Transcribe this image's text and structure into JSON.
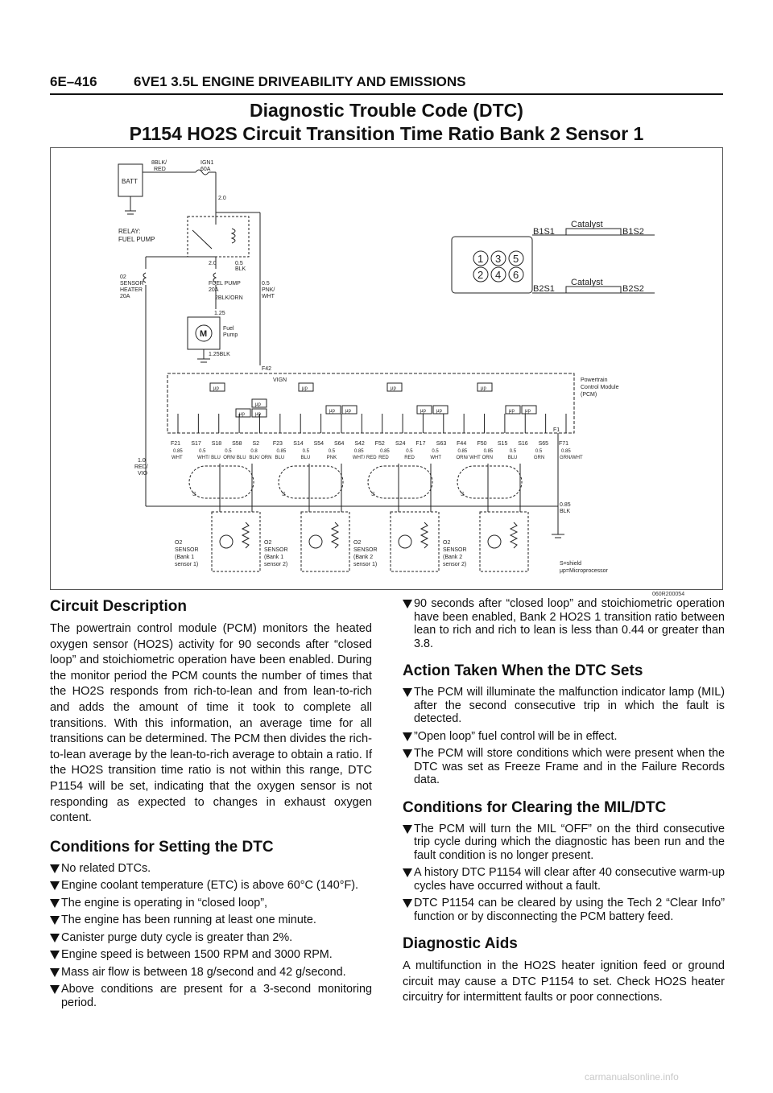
{
  "header": {
    "page_number": "6E–416",
    "manual_title": "6VE1 3.5L ENGINE DRIVEABILITY AND EMISSIONS"
  },
  "title": {
    "line1": "Diagnostic Trouble Code (DTC)",
    "line2": "P1154 HO2S Circuit Transition Time Ratio Bank 2 Sensor 1"
  },
  "diagram": {
    "figure_code": "060R200054",
    "labels": {
      "batt": "BATT",
      "batt_wire_1": "8BLK/",
      "batt_wire_2": "RED",
      "ign_fuse_1": "IGN1",
      "ign_fuse_2": "60A",
      "wire_20": "2.0",
      "relay_1": "RELAY:",
      "relay_2": "FUEL PUMP",
      "relay_wire_a": "2.0",
      "relay_wire_b": "0.5",
      "relay_wire_c": "BLK",
      "o2_heater_1": "02",
      "o2_heater_2": "SENSOR",
      "o2_heater_3": "HEATER",
      "o2_heater_4": "20A",
      "fuel_fuse_1": "FUEL PUMP",
      "fuel_fuse_2": "20A",
      "fuel_fuse_3": "2BLK/ORN",
      "pnk_1": "0.5",
      "pnk_2": "PNK/",
      "pnk_3": "WHT",
      "wire_125": "1.25",
      "motor": "M",
      "pump_1": "Fuel",
      "pump_2": "Pump",
      "pump_gnd": "1.25BLK",
      "f42": "F42",
      "vign": "VIGN",
      "pcm_1": "Powertrain",
      "pcm_2": "Control Module",
      "pcm_3": "(PCM)",
      "f1": "F1",
      "up": "μp",
      "red_vio_1": "1.0",
      "red_vio_2": "RED/",
      "red_vio_3": "VIO",
      "blk_1": "0.85",
      "blk_2": "BLK",
      "shield": "S",
      "legend_1": "S=shield",
      "legend_2": "μp=Microprocessor",
      "b1s1": "B1S1",
      "b1s2": "B1S2",
      "b2s1": "B2S1",
      "b2s2": "B2S2",
      "catalyst": "Catalyst",
      "cyl": [
        "1",
        "3",
        "5",
        "2",
        "4",
        "6"
      ]
    },
    "pins": [
      "F21",
      "S17",
      "S18",
      "S58",
      "S2",
      "F23",
      "S14",
      "S54",
      "S64",
      "S42",
      "F52",
      "S24",
      "F17",
      "S63",
      "F44",
      "F50",
      "S15",
      "S16",
      "S65",
      "F71"
    ],
    "wires": [
      {
        "gauge": "0.85",
        "color": "WHT"
      },
      {
        "gauge": "0.5",
        "color": "WHT/ BLU"
      },
      {
        "gauge": "0.5",
        "color": "ORN/ BLU"
      },
      {
        "gauge": "0.8",
        "color": "BLK/ ORN"
      },
      {
        "gauge": "0.85",
        "color": "BLU"
      },
      {
        "gauge": "0.5",
        "color": "BLU"
      },
      {
        "gauge": "0.5",
        "color": "PNK"
      },
      {
        "gauge": "0.85",
        "color": "WHT/ RED"
      },
      {
        "gauge": "0.85",
        "color": "RED"
      },
      {
        "gauge": "0.5",
        "color": "RED"
      },
      {
        "gauge": "0.5",
        "color": "WHT"
      },
      {
        "gauge": "0.85",
        "color": "ORN/ WHT"
      },
      {
        "gauge": "0.85",
        "color": "ORN"
      },
      {
        "gauge": "0.5",
        "color": "BLU"
      },
      {
        "gauge": "0.5",
        "color": "GRN"
      },
      {
        "gauge": "0.85",
        "color": "GRN/WHT"
      }
    ],
    "sensors": [
      {
        "l1": "O2",
        "l2": "SENSOR",
        "l3": "(Bank 1",
        "l4": "sensor 1)"
      },
      {
        "l1": "O2",
        "l2": "SENSOR",
        "l3": "(Bank 1",
        "l4": "sensor 2)"
      },
      {
        "l1": "O2",
        "l2": "SENSOR",
        "l3": "(Bank 2",
        "l4": "sensor 1)"
      },
      {
        "l1": "O2",
        "l2": "SENSOR",
        "l3": "(Bank 2",
        "l4": "sensor 2)"
      }
    ]
  },
  "circuit_description": {
    "heading": "Circuit Description",
    "text": "The powertrain control module (PCM) monitors the heated oxygen sensor (HO2S) activity for 90 seconds after “closed loop” and stoichiometric operation have been enabled. During the monitor period the PCM counts the number of times that the HO2S responds from rich-to-lean and from lean-to-rich and adds the amount of time it took to complete all transitions. With this information, an average time for all transitions can be determined. The PCM then divides the rich-to-lean average by the lean-to-rich average to obtain a ratio. If the HO2S transition time ratio is not within this range, DTC P1154 will be set, indicating that the oxygen sensor is not responding as expected to changes in exhaust oxygen content."
  },
  "conditions_setting": {
    "heading": "Conditions for Setting the DTC",
    "items": [
      "No related DTCs.",
      "Engine coolant temperature (ETC) is above 60°C (140°F).",
      "The engine is operating in “closed loop”,",
      "The engine has been running at least one minute.",
      "Canister purge duty cycle is greater than 2%.",
      "Engine speed is between 1500 RPM and 3000 RPM.",
      "Mass air flow is between 18 g/second and 42 g/second.",
      "Above conditions are present for a 3-second monitoring period."
    ]
  },
  "right_column": {
    "first_item": "90 seconds after “closed loop” and stoichiometric operation have been enabled, Bank 2 HO2S 1 transition ratio between lean to rich and rich to lean is less than 0.44 or greater than 3.8."
  },
  "action_taken": {
    "heading": "Action Taken When the DTC Sets",
    "items": [
      "The PCM will illuminate the malfunction indicator lamp (MIL) after the second consecutive trip in which the fault is detected.",
      "”Open loop” fuel control will be in effect.",
      "The PCM will store conditions which were present when the DTC was set as Freeze Frame and in the Failure Records data."
    ]
  },
  "clearing": {
    "heading": "Conditions for Clearing the MIL/DTC",
    "items": [
      "The PCM will turn the MIL “OFF” on the third consecutive trip cycle during which the diagnostic has been run and the fault condition is no longer present.",
      "A history DTC P1154 will clear after 40 consecutive warm-up cycles have occurred without a fault.",
      "DTC P1154 can be cleared by using the Tech 2 “Clear Info” function or by disconnecting the PCM battery feed."
    ]
  },
  "diagnostic_aids": {
    "heading": "Diagnostic Aids",
    "text": "A multifunction in the HO2S heater ignition feed or ground circuit may cause a DTC P1154 to set. Check HO2S heater circuitry for intermittent faults or poor connections."
  },
  "watermark": "carmanualsonline.info"
}
